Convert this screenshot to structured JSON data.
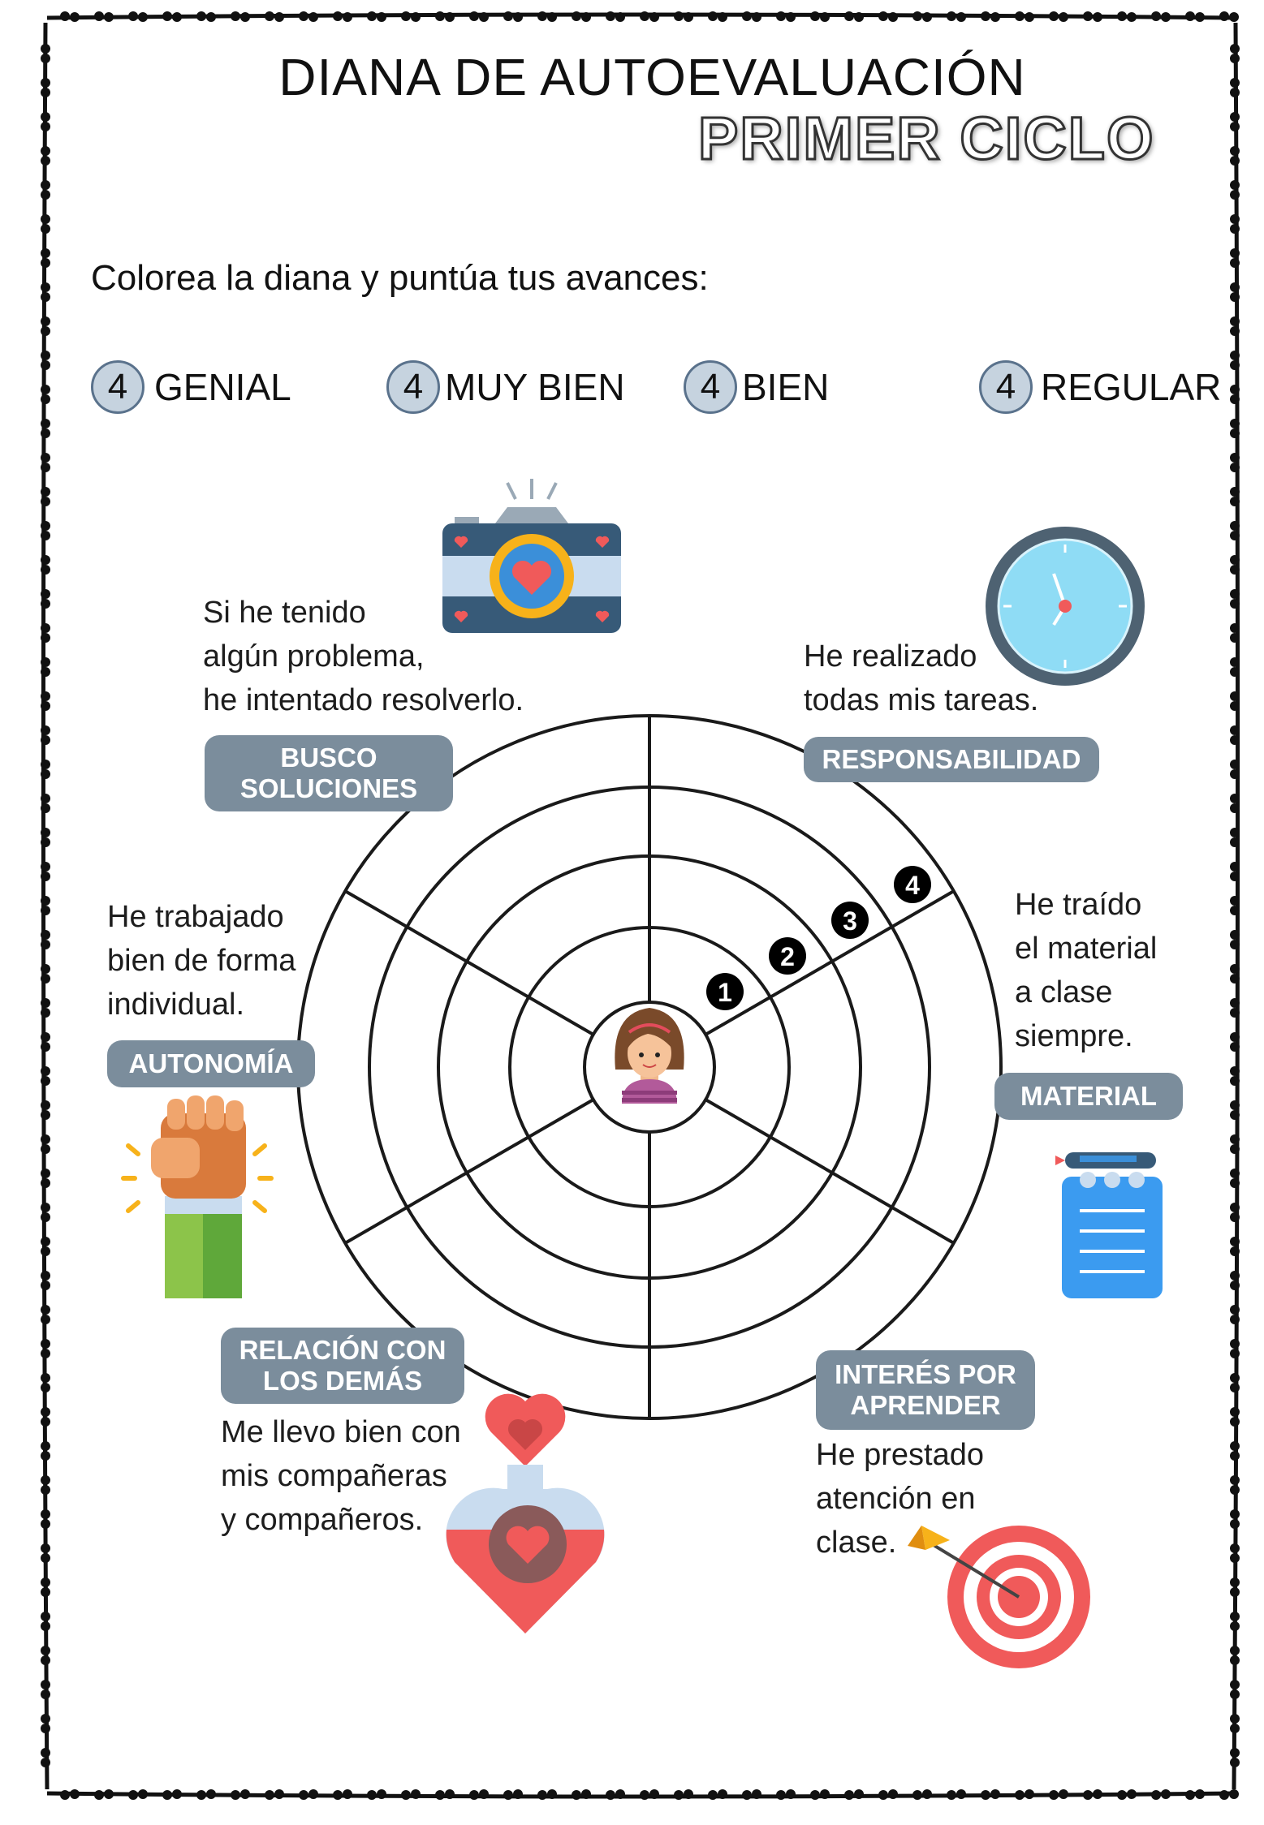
{
  "header": {
    "title": "DIANA DE AUTOEVALUACIÓN",
    "subtitle": "PRIMER CICLO"
  },
  "instruction": "Colorea la diana y  puntúa  tus avances:",
  "legend": [
    {
      "value": "4",
      "label": "GENIAL"
    },
    {
      "value": "4",
      "label": "MUY BIEN"
    },
    {
      "value": "4",
      "label": "BIEN"
    },
    {
      "value": "4",
      "label": "REGULAR"
    }
  ],
  "categories": {
    "busco": {
      "label_line1": "BUSCO",
      "label_line2": "SOLUCIONES",
      "desc_line1": "Si he tenido",
      "desc_line2": "algún problema,",
      "desc_line3": "he intentado resolverlo.",
      "icon": "camera-icon"
    },
    "responsabilidad": {
      "label": "RESPONSABILIDAD",
      "desc_line1": "He realizado",
      "desc_line2": "todas mis tareas.",
      "icon": "clock-icon"
    },
    "autonomia": {
      "label": "AUTONOMÍA",
      "desc_line1": "He trabajado",
      "desc_line2": "bien de forma",
      "desc_line3": "individual.",
      "icon": "fist-icon"
    },
    "material": {
      "label": "MATERIAL",
      "desc_line1": "He traído",
      "desc_line2": "el material",
      "desc_line3": "a clase",
      "desc_line4": "siempre.",
      "icon": "notebook-icon"
    },
    "relacion": {
      "label_line1": "RELACIÓN CON",
      "label_line2": "LOS DEMÁS",
      "desc_line1": "Me llevo bien con",
      "desc_line2": "mis compañeras",
      "desc_line3": "y compañeros.",
      "icon": "heart-potion-icon"
    },
    "interes": {
      "label_line1": "INTERÉS POR",
      "label_line2": "APRENDER",
      "desc_line1": "He prestado",
      "desc_line2": "atención en",
      "desc_line3": "clase.",
      "icon": "target-icon"
    }
  },
  "target": {
    "rings": 4,
    "sectors": 6,
    "ring_numbers": [
      "1",
      "2",
      "3",
      "4"
    ]
  },
  "colors": {
    "pill": "#7b8d9c",
    "legend_circle": "#c6d3df",
    "accent_red": "#f05a5a",
    "clock_blue": "#8fdcf5"
  }
}
